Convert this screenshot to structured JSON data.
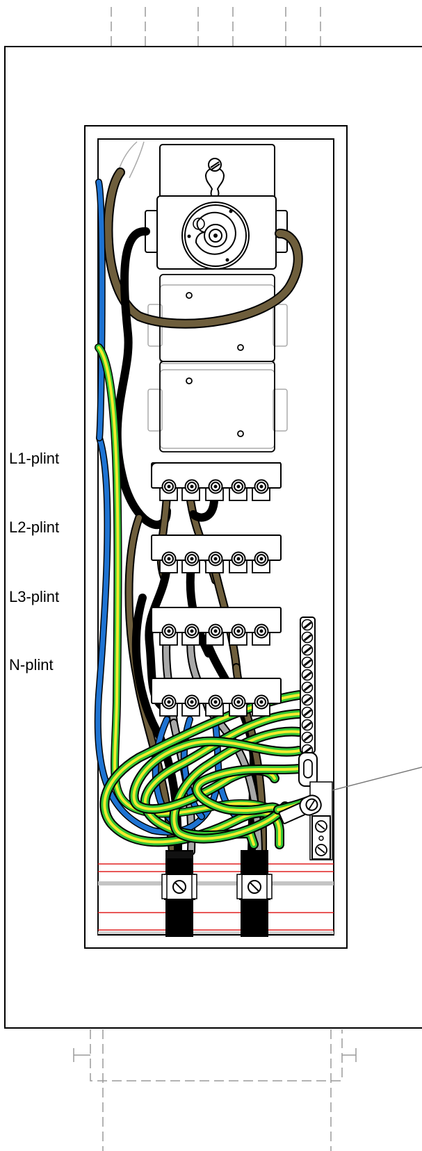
{
  "labels": {
    "l1": "L1-plint",
    "l2": "L2-plint",
    "l3": "L3-plint",
    "n": "N-plint"
  },
  "colors": {
    "brown": "#6e5e3c",
    "black": "#111111",
    "blue": "#1e73d2",
    "grey": "#a8a8a8",
    "earth_green": "#35c435",
    "earth_yellow": "#f4ec2c",
    "rail_red": "#e02020",
    "dash": "#9a9a9a"
  },
  "icons": [
    "screw-icon",
    "rotary-switch-icon",
    "cable-clamp-icon",
    "earth-bar-icon"
  ]
}
